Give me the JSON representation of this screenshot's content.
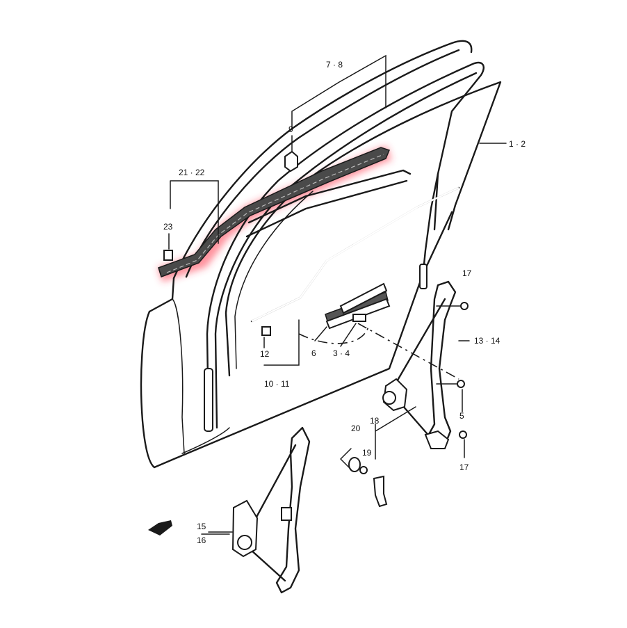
{
  "diagram": {
    "highlight_color": "#ff3c50",
    "line_color": "#1a1a1a",
    "labels": [
      {
        "key": "l78",
        "text": "7 · 8"
      },
      {
        "key": "l9",
        "text": "9"
      },
      {
        "key": "l12a",
        "text": "1 · 2"
      },
      {
        "key": "l2122",
        "text": "21 · 22"
      },
      {
        "key": "l23",
        "text": "23"
      },
      {
        "key": "l17a",
        "text": "17"
      },
      {
        "key": "l1314",
        "text": "13 · 14"
      },
      {
        "key": "l6",
        "text": "6"
      },
      {
        "key": "l34",
        "text": "3 · 4"
      },
      {
        "key": "l12",
        "text": "12"
      },
      {
        "key": "l1011",
        "text": "10 · 11"
      },
      {
        "key": "l5",
        "text": "5"
      },
      {
        "key": "l17b",
        "text": "17"
      },
      {
        "key": "l20",
        "text": "20"
      },
      {
        "key": "l19",
        "text": "19"
      },
      {
        "key": "l18",
        "text": "18"
      },
      {
        "key": "l15",
        "text": "15"
      },
      {
        "key": "l16",
        "text": "16"
      }
    ]
  }
}
